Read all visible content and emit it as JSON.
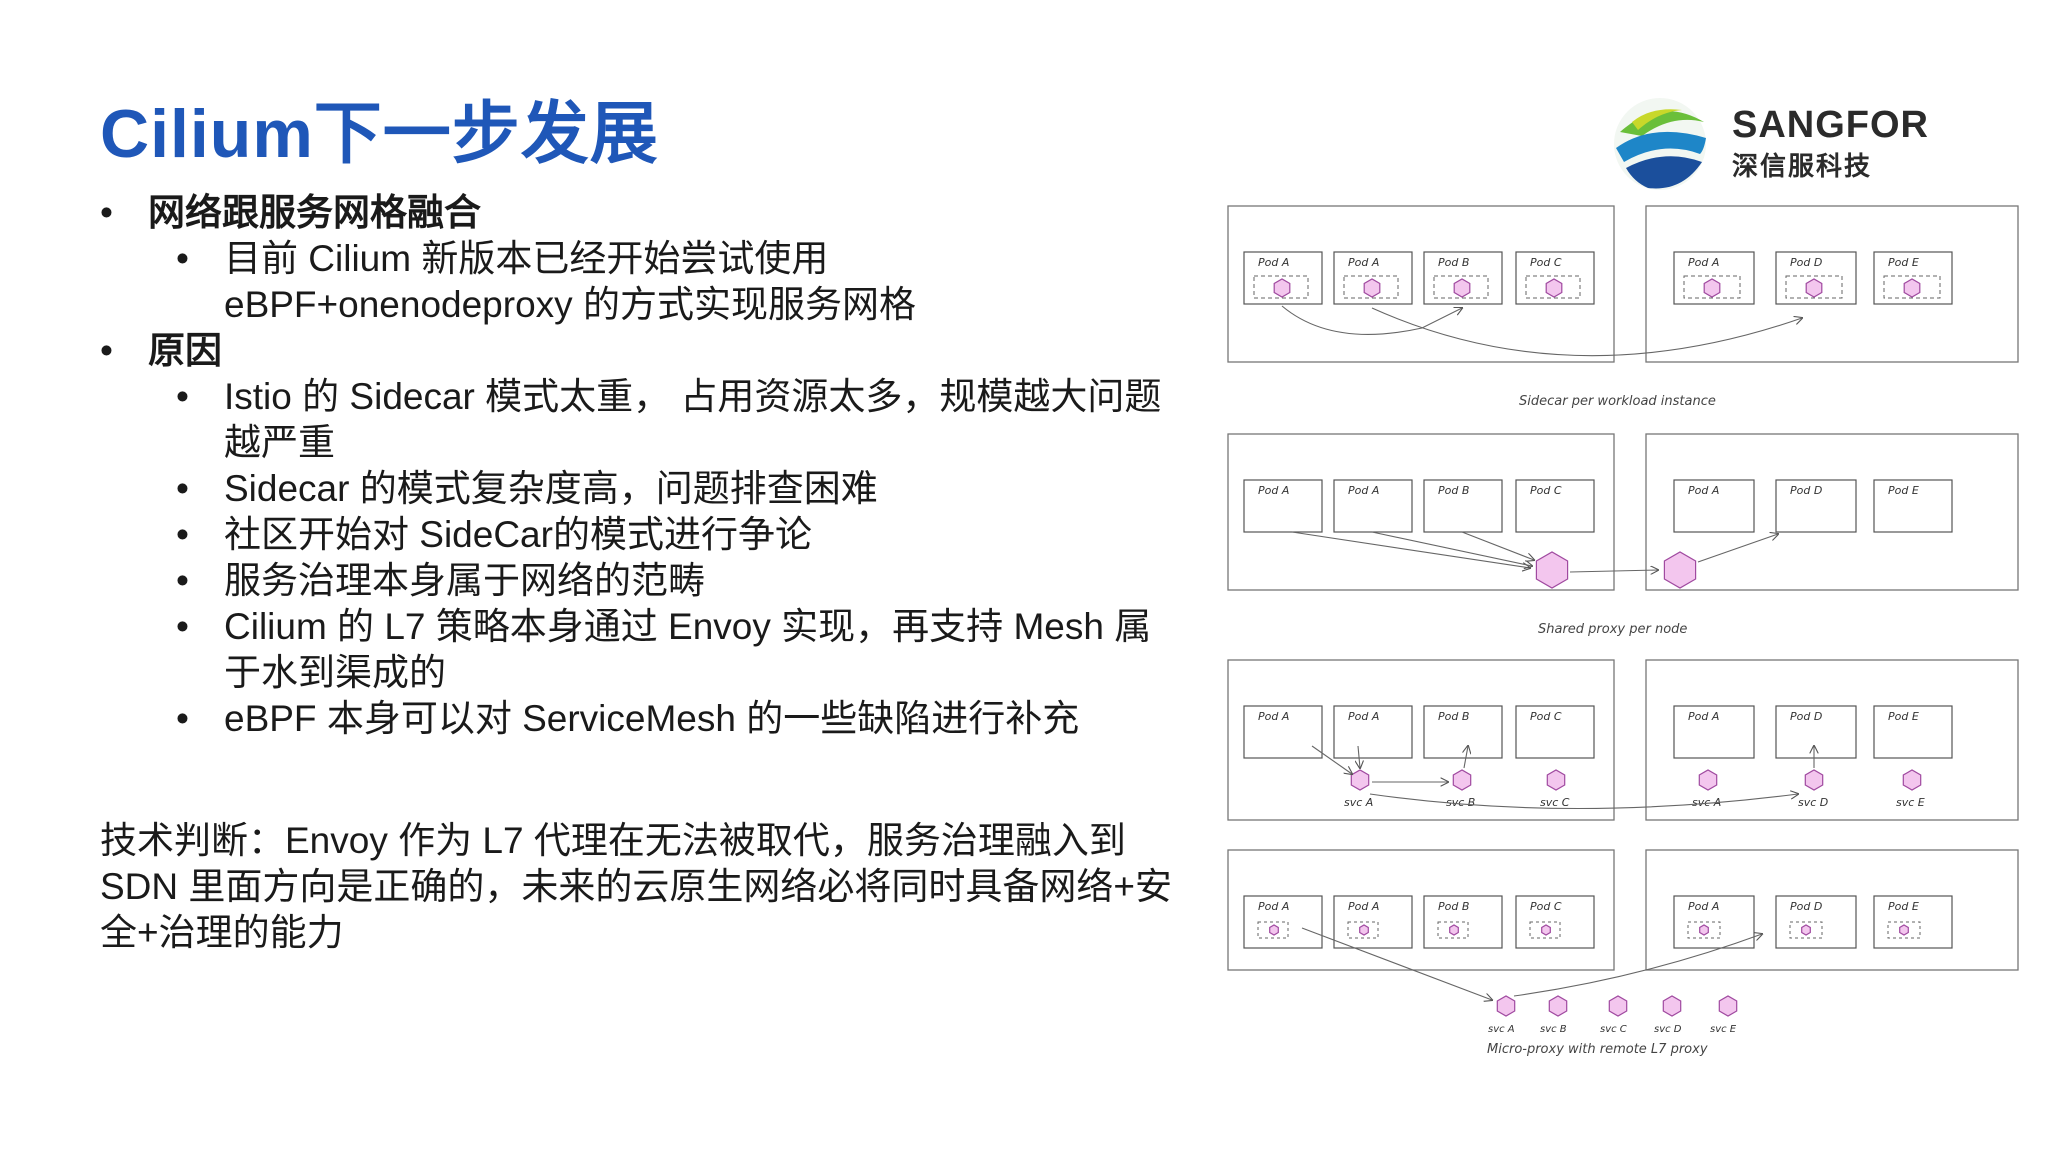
{
  "title": "Cilium下一步发展",
  "logo": {
    "brand": "SANGFOR",
    "brand_cn": "深信服科技"
  },
  "bullets": [
    {
      "level": 1,
      "text": "网络跟服务网格融合"
    },
    {
      "level": 2,
      "text": "目前 Cilium 新版本已经开始尝试使用 eBPF+onenodeproxy 的方式实现服务网格"
    },
    {
      "level": 1,
      "text": "原因"
    },
    {
      "level": 2,
      "text": "Istio 的 Sidecar 模式太重， 占用资源太多，规模越大问题越严重"
    },
    {
      "level": 2,
      "text": "Sidecar 的模式复杂度高，问题排查困难"
    },
    {
      "level": 2,
      "text": "社区开始对 SideCar的模式进行争论"
    },
    {
      "level": 2,
      "text": "服务治理本身属于网络的范畴"
    },
    {
      "level": 2,
      "text": "Cilium 的 L7 策略本身通过 Envoy 实现，再支持 Mesh 属于水到渠成的"
    },
    {
      "level": 2,
      "text": "eBPF 本身可以对 ServiceMesh 的一些缺陷进行补充"
    }
  ],
  "judgement": "技术判断：Envoy 作为 L7 代理在无法被取代，服务治理融入到SDN 里面方向是正确的，未来的云原生网络必将同时具备网络+安全+治理的能力",
  "diagram": {
    "captions": [
      "Sidecar per workload instance",
      "Shared proxy per node",
      "Micro-proxy with remote L7 proxy"
    ],
    "pods_left": [
      "Pod A",
      "Pod A",
      "Pod B",
      "Pod C"
    ],
    "pods_right": [
      "Pod A",
      "Pod D",
      "Pod E"
    ],
    "svc_left": [
      "svc A",
      "svc B",
      "svc C"
    ],
    "svc_right": [
      "svc A",
      "svc D",
      "svc E"
    ],
    "svc_bottom": [
      "svc A",
      "svc B",
      "svc C",
      "svc D",
      "svc E"
    ]
  },
  "colors": {
    "title": "#1f57b8",
    "hex_fill": "#f3c6ee",
    "hex_stroke": "#a04aa0"
  }
}
